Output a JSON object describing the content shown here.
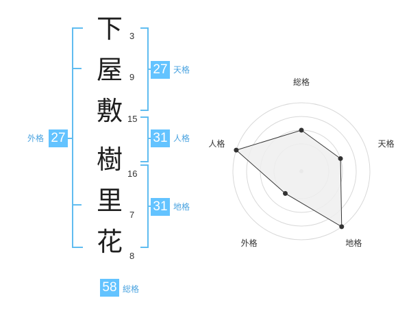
{
  "name": {
    "chars": [
      {
        "char": "下",
        "strokes": "3"
      },
      {
        "char": "屋",
        "strokes": "9"
      },
      {
        "char": "敷",
        "strokes": "15"
      },
      {
        "char": "樹",
        "strokes": "16"
      },
      {
        "char": "里",
        "strokes": "7"
      },
      {
        "char": "花",
        "strokes": "8"
      }
    ]
  },
  "kakusu": {
    "tenkaku": {
      "value": "27",
      "label": "天格"
    },
    "jinkaku": {
      "value": "31",
      "label": "人格"
    },
    "chikaku": {
      "value": "31",
      "label": "地格"
    },
    "gaikaku": {
      "value": "27",
      "label": "外格"
    },
    "soukaku": {
      "value": "58",
      "label": "総格"
    }
  },
  "colors": {
    "accent": "#63c3ff",
    "bracket": "#5fbcf0",
    "radar_fill": "#eeeeee",
    "radar_line": "#333333"
  },
  "chart_data": {
    "type": "radar",
    "axes": [
      "総格",
      "天格",
      "地格",
      "外格",
      "人格"
    ],
    "values": [
      0.6,
      0.6,
      1.0,
      0.4,
      1.0
    ],
    "range": [
      0,
      1
    ],
    "rings": 4
  }
}
